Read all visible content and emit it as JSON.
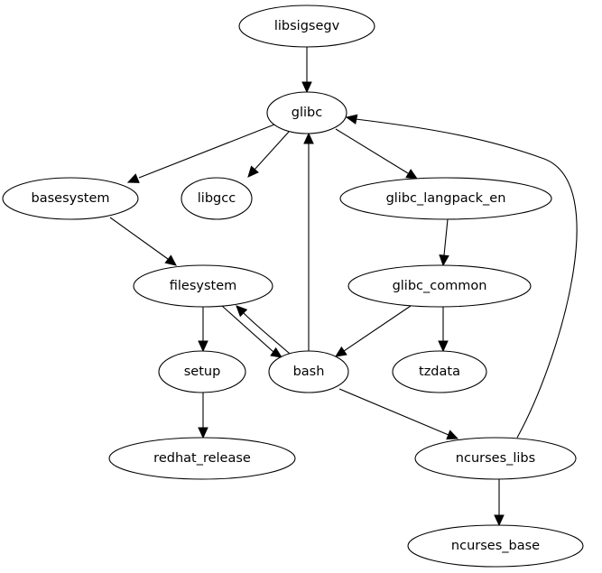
{
  "graph": {
    "type": "directed-dependency-graph",
    "nodes": [
      {
        "id": "libsigsegv",
        "label": "libsigsegv"
      },
      {
        "id": "glibc",
        "label": "glibc"
      },
      {
        "id": "basesystem",
        "label": "basesystem"
      },
      {
        "id": "libgcc",
        "label": "libgcc"
      },
      {
        "id": "glibc_langpack_en",
        "label": "glibc_langpack_en"
      },
      {
        "id": "filesystem",
        "label": "filesystem"
      },
      {
        "id": "glibc_common",
        "label": "glibc_common"
      },
      {
        "id": "setup",
        "label": "setup"
      },
      {
        "id": "bash",
        "label": "bash"
      },
      {
        "id": "tzdata",
        "label": "tzdata"
      },
      {
        "id": "redhat_release",
        "label": "redhat_release"
      },
      {
        "id": "ncurses_libs",
        "label": "ncurses_libs"
      },
      {
        "id": "ncurses_base",
        "label": "ncurses_base"
      }
    ],
    "edges": [
      {
        "from": "libsigsegv",
        "to": "glibc"
      },
      {
        "from": "glibc",
        "to": "basesystem"
      },
      {
        "from": "glibc",
        "to": "libgcc"
      },
      {
        "from": "glibc",
        "to": "glibc_langpack_en"
      },
      {
        "from": "basesystem",
        "to": "filesystem"
      },
      {
        "from": "glibc_langpack_en",
        "to": "glibc_common"
      },
      {
        "from": "filesystem",
        "to": "setup"
      },
      {
        "from": "filesystem",
        "to": "bash"
      },
      {
        "from": "bash",
        "to": "filesystem"
      },
      {
        "from": "bash",
        "to": "glibc"
      },
      {
        "from": "glibc_common",
        "to": "bash"
      },
      {
        "from": "glibc_common",
        "to": "tzdata"
      },
      {
        "from": "setup",
        "to": "redhat_release"
      },
      {
        "from": "bash",
        "to": "ncurses_libs"
      },
      {
        "from": "ncurses_libs",
        "to": "glibc"
      },
      {
        "from": "ncurses_libs",
        "to": "ncurses_base"
      }
    ]
  }
}
